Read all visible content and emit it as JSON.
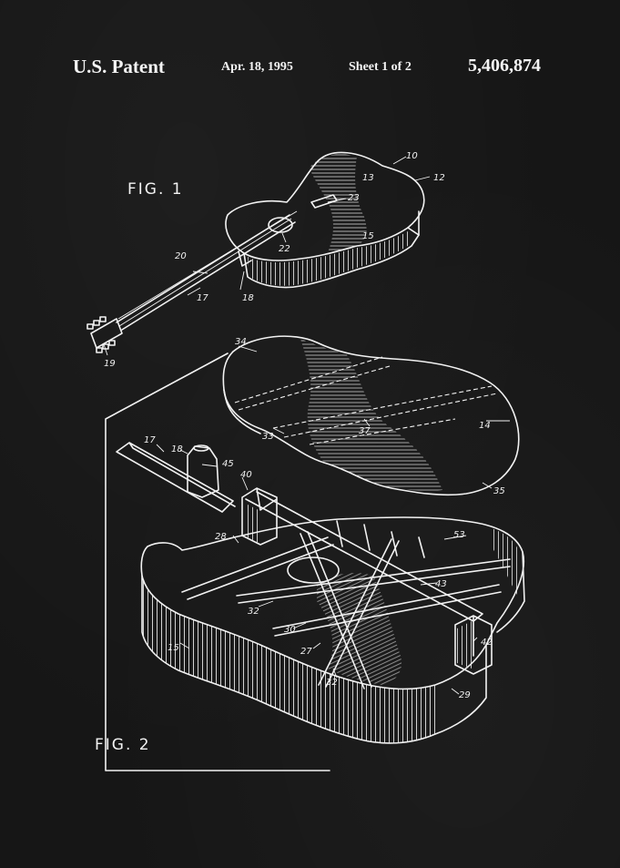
{
  "header": {
    "patent_label": "U.S. Patent",
    "date": "Apr. 18, 1995",
    "sheet": "Sheet 1 of 2",
    "number": "5,406,874"
  },
  "figures": {
    "fig1_label": "FIG. 1",
    "fig2_label": "FIG. 2"
  },
  "reference_numerals": {
    "fig1": [
      "10",
      "12",
      "13",
      "15",
      "23",
      "22",
      "20",
      "17",
      "18",
      "19"
    ],
    "fig2": [
      "34",
      "14",
      "33",
      "37",
      "35",
      "17",
      "18",
      "45",
      "40",
      "28",
      "53",
      "43",
      "32",
      "30",
      "27",
      "32",
      "42",
      "15",
      "29"
    ]
  },
  "colors": {
    "background": "#161616",
    "ink": "#f2f2f2"
  }
}
